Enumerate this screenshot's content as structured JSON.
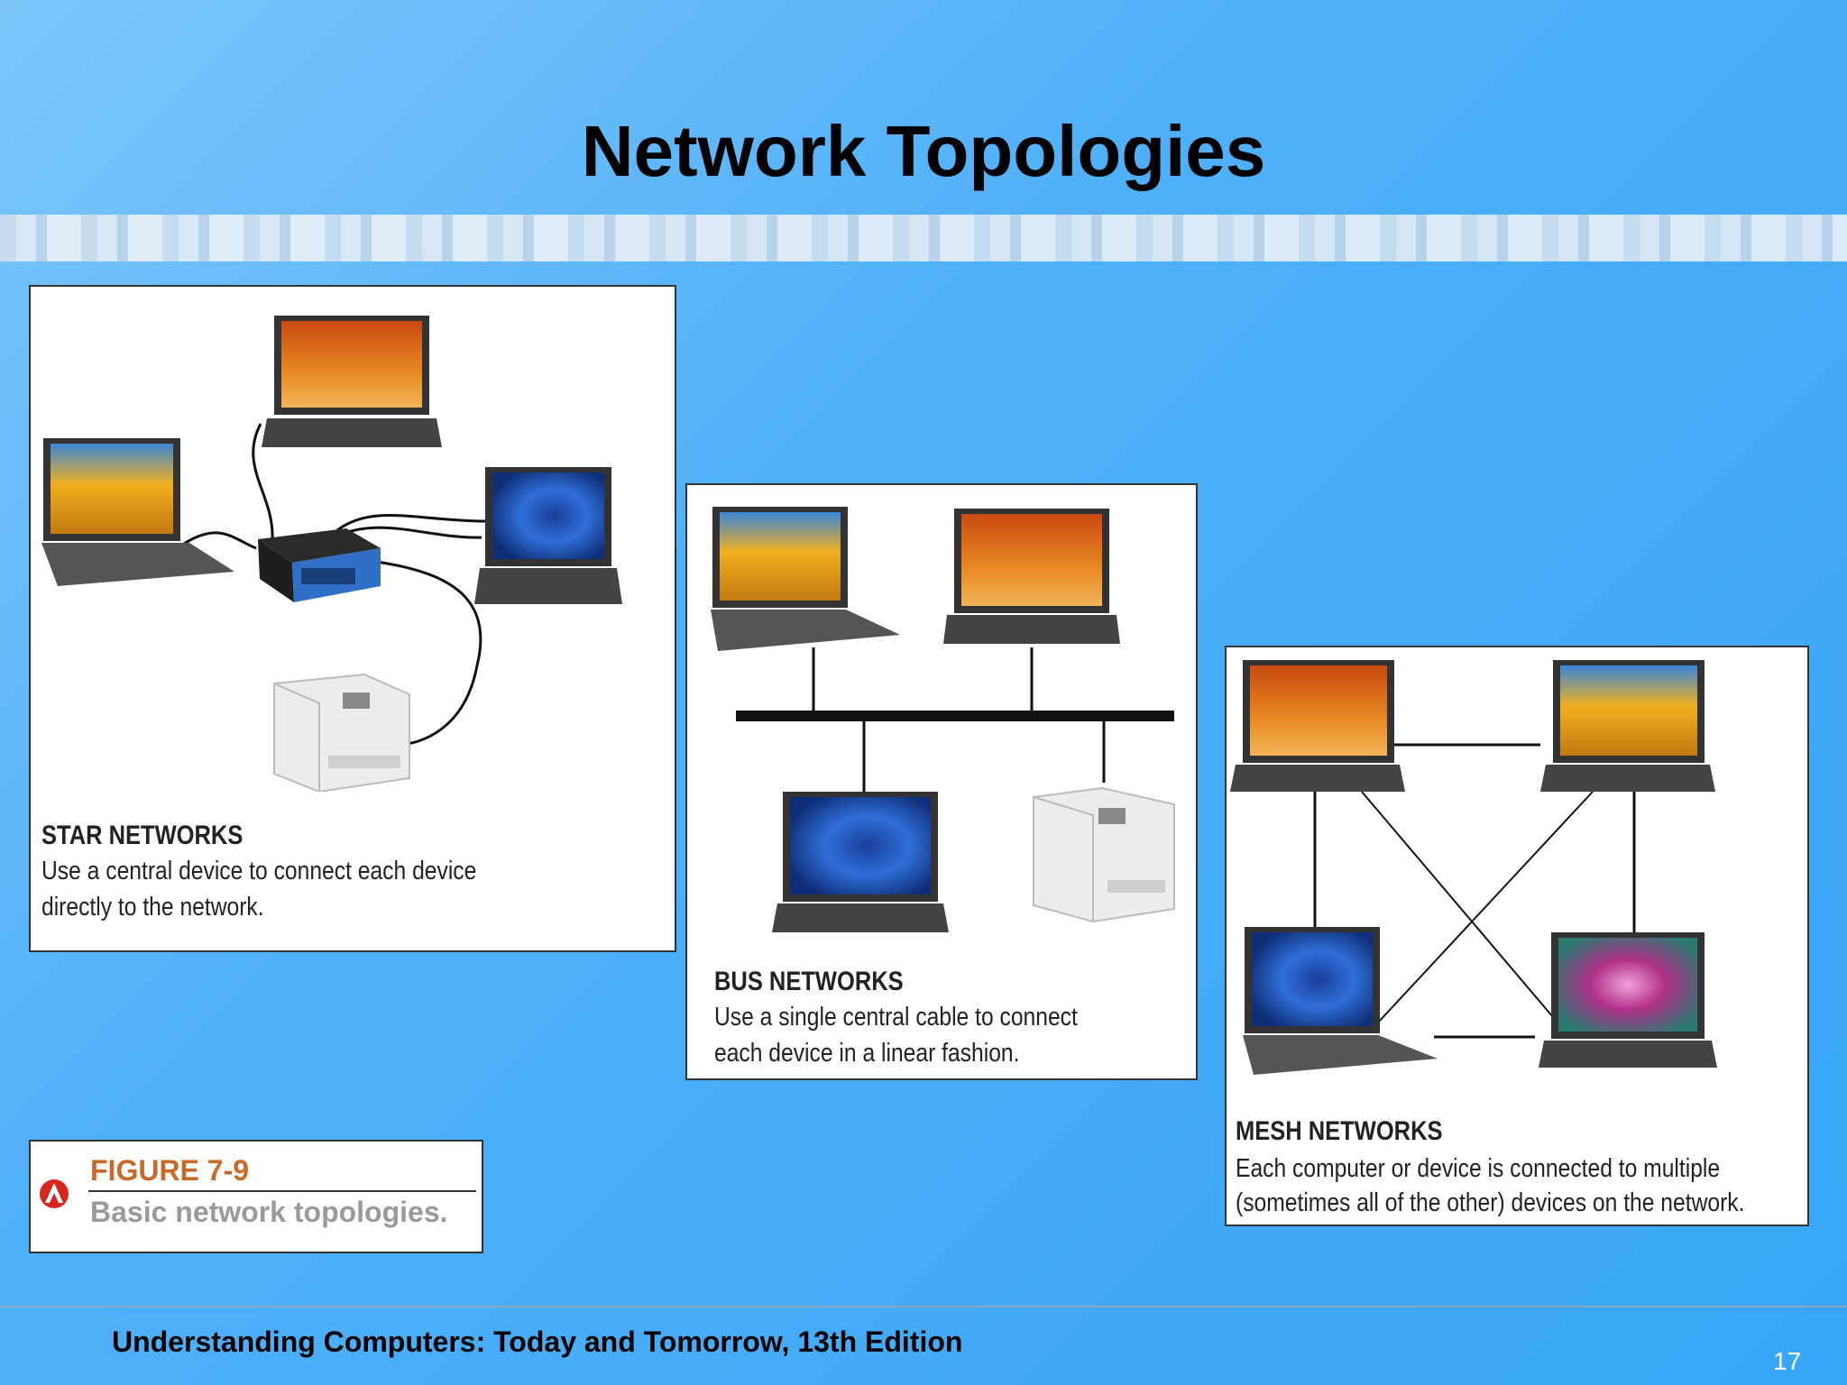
{
  "slide": {
    "title": "Network Topologies",
    "footer": "Understanding Computers: Today and Tomorrow, 13th Edition",
    "page_number": "17"
  },
  "star": {
    "heading": "STAR NETWORKS",
    "line1": "Use a central device to connect each device",
    "line2": "directly to the network."
  },
  "bus": {
    "heading": "BUS NETWORKS",
    "line1": "Use a single central cable to connect",
    "line2": "each device in a linear fashion."
  },
  "mesh": {
    "heading": "MESH NETWORKS",
    "line1": "Each computer or device is connected to multiple",
    "line2": "(sometimes all of the other) devices on the network."
  },
  "figure": {
    "label": "FIGURE 7-9",
    "description": "Basic network topologies."
  },
  "colors": {
    "figure_label": "#c8692a",
    "background": "#4fb0f8"
  }
}
